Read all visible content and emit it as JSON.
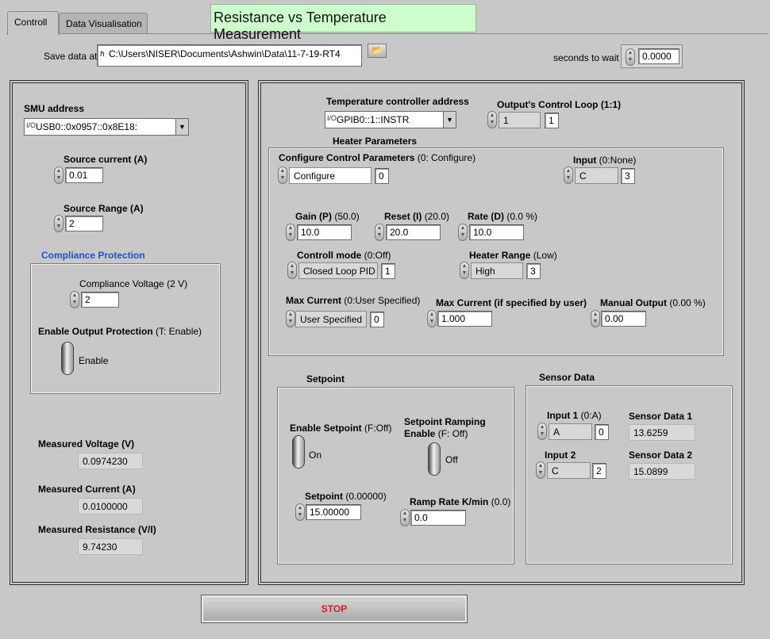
{
  "tabs": [
    "Controll",
    "Data Visualisation"
  ],
  "title": "Resistance vs Temperature Measurement",
  "save": {
    "label": "Save data at",
    "path": "C:\\Users\\NISER\\Documents\\Ashwin\\Data\\11-7-19-RT4"
  },
  "wait": {
    "label": "seconds to wait",
    "value": "0.0000"
  },
  "smu": {
    "address_label": "SMU address",
    "address": "USB0::0x0957::0x8E18:",
    "source_current_label": "Source current (A)",
    "source_current": "0.01",
    "source_range_label": "Source Range (A)",
    "source_range": "2",
    "compliance_title": "Compliance Protection",
    "compliance_voltage_label": "Compliance Voltage (2 V)",
    "compliance_voltage": "2",
    "enable_protection_label": "Enable Output Protection",
    "enable_protection_hint": "(T: Enable)",
    "enable_protection_state": "Enable",
    "measured_voltage_label": "Measured Voltage (V)",
    "measured_voltage": "0.0974230",
    "measured_current_label": "Measured Current (A)",
    "measured_current": "0.0100000",
    "measured_resistance_label": "Measured Resistance (V/I)",
    "measured_resistance": "9.74230"
  },
  "tc": {
    "address_label": "Temperature controller address",
    "address": "GPIB0::1::INSTR",
    "loop_label": "Output's Control Loop (1:1)",
    "loop_value": "1",
    "loop_index": "1",
    "heater_title": "Heater Parameters",
    "configure_label": "Configure Control Parameters",
    "configure_hint": "(0: Configure)",
    "configure_value": "Configure",
    "configure_index": "0",
    "input_label": "Input",
    "input_hint": "(0:None)",
    "input_value": "C",
    "input_index": "3",
    "gain_label": "Gain (P)",
    "gain_hint": "(50.0)",
    "gain": "10.0",
    "reset_label": "Reset (I)",
    "reset_hint": "(20.0)",
    "reset": "20.0",
    "rate_label": "Rate (D)",
    "rate_hint": "(0.0 %)",
    "rate": "10.0",
    "mode_label": "Controll mode",
    "mode_hint": "(0:Off)",
    "mode_value": "Closed Loop PID",
    "mode_index": "1",
    "range_label": "Heater Range",
    "range_hint": "(Low)",
    "range_value": "High",
    "range_index": "3",
    "maxcur_label": "Max Current",
    "maxcur_hint": "(0:User Specified)",
    "maxcur_value": "User Specified",
    "maxcur_index": "0",
    "maxcur_user_label": "Max Current (if specified by user)",
    "maxcur_user": "1.000",
    "manual_label": "Manual Output",
    "manual_hint": "(0.00 %)",
    "manual": "0.00"
  },
  "setpoint": {
    "title": "Setpoint",
    "enable_label": "Enable Setpoint",
    "enable_hint": "(F:Off)",
    "enable_state": "On",
    "ramp_enable_label": "Setpoint Ramping",
    "ramp_enable_label2": "Enable",
    "ramp_enable_hint": "(F: Off)",
    "ramp_state": "Off",
    "setpoint_label": "Setpoint",
    "setpoint_hint": "(0.00000)",
    "setpoint": "15.00000",
    "ramp_rate_label": "Ramp Rate K/min",
    "ramp_rate_hint": "(0.0)",
    "ramp_rate": "0.0"
  },
  "sensor": {
    "title": "Sensor Data",
    "input1_label": "Input 1",
    "input1_hint": "(0:A)",
    "input1_value": "A",
    "input1_index": "0",
    "data1_label": "Sensor Data 1",
    "data1": "13.6259",
    "input2_label": "Input 2",
    "input2_value": "C",
    "input2_index": "2",
    "data2_label": "Sensor Data 2",
    "data2": "15.0899"
  },
  "stop_label": "STOP",
  "colors": {
    "title_bg": "#ccffcc",
    "stop_text": "#d42020",
    "compliance_title": "#1e4fd6",
    "panel_bg": "#c8c8c8"
  }
}
